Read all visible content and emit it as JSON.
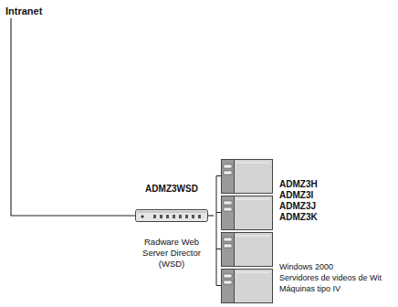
{
  "diagram": {
    "nodes": [
      {
        "text": [
          "Intranet"
        ]
      },
      {
        "text": [
          "ADMZ3WSD",
          "Radware Web Server Director (WSD)"
        ]
      },
      {
        "text": [
          "ADMZ3H",
          "ADMZ3I",
          "ADMZ3J",
          "ADMZ3K",
          "Windows 2000",
          "Servidores de videos de Wit",
          "Máquinas tipo IV"
        ]
      }
    ],
    "edges": [
      {
        "from": 0,
        "to": 1,
        "arrow": "none"
      },
      {
        "from": 1,
        "to": 2,
        "arrow": "none"
      }
    ]
  }
}
